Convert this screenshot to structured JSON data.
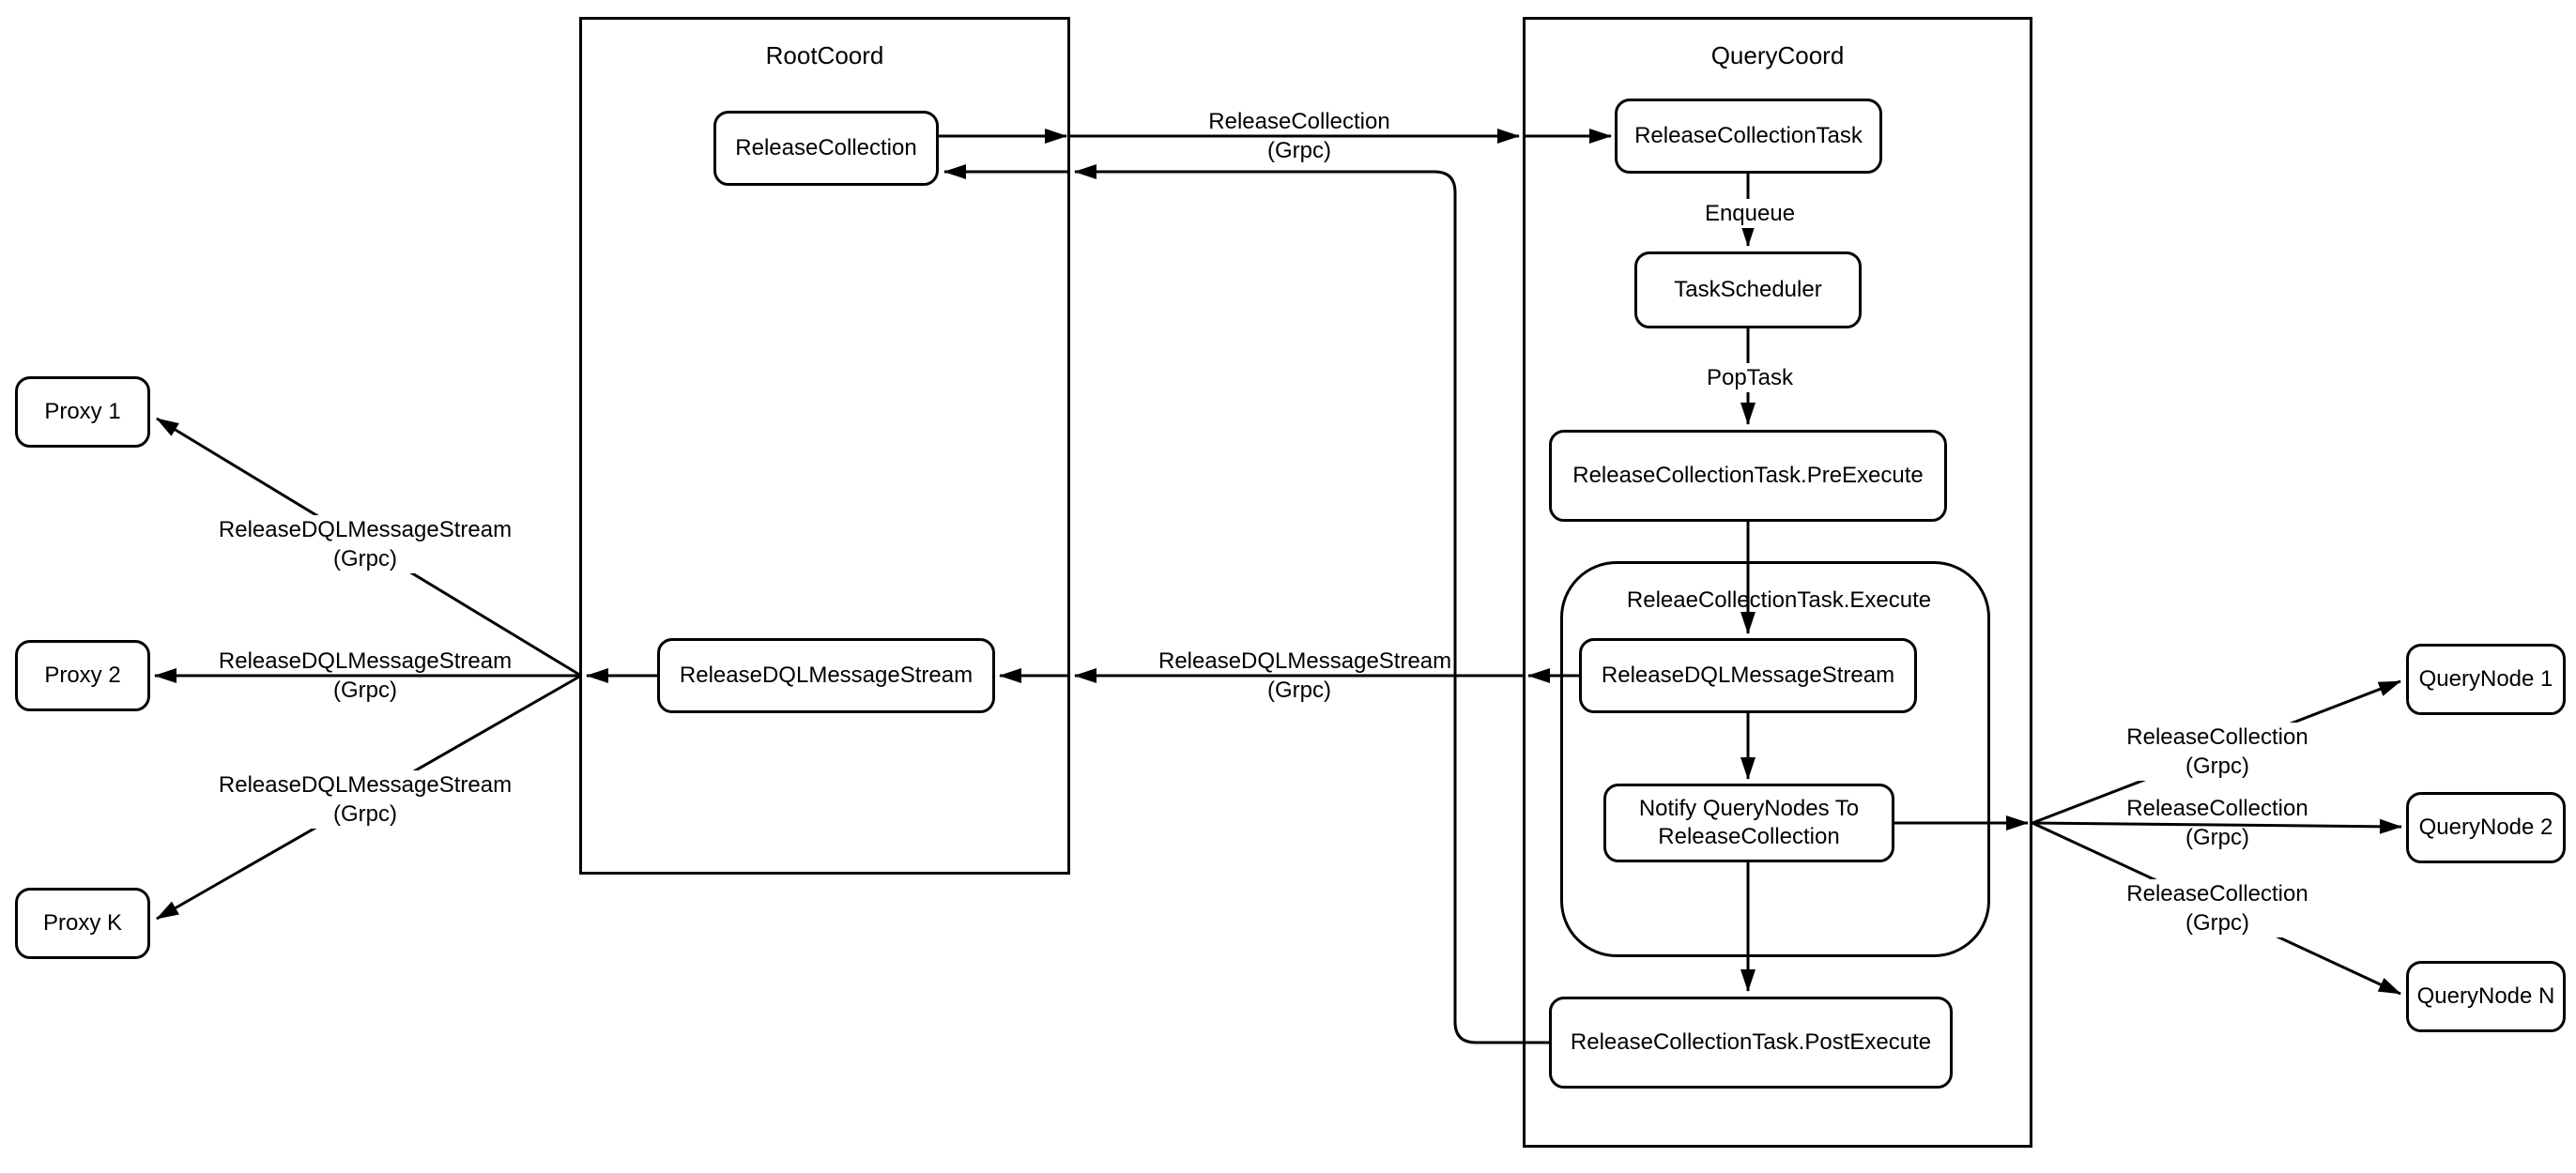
{
  "diagram": {
    "background": "#ffffff",
    "stroke_color": "#000000",
    "containers": {
      "rootcoord": {
        "title": "RootCoord"
      },
      "querycoord": {
        "title": "QueryCoord"
      },
      "execute_group": {
        "title": "ReleaeCollectionTask.Execute"
      }
    },
    "nodes": {
      "proxy1": {
        "label": "Proxy 1"
      },
      "proxy2": {
        "label": "Proxy 2"
      },
      "proxyk": {
        "label": "Proxy K"
      },
      "release_collection": {
        "label": "ReleaseCollection"
      },
      "root_rdqlms": {
        "label": "ReleaseDQLMessageStream"
      },
      "release_collection_task": {
        "label": "ReleaseCollectionTask"
      },
      "task_scheduler": {
        "label": "TaskScheduler"
      },
      "pre_execute": {
        "label": "ReleaseCollectionTask.PreExecute"
      },
      "inner_rdqlms": {
        "label": "ReleaseDQLMessageStream"
      },
      "notify_querynodes": {
        "label": "Notify QueryNodes To\nReleaseCollection"
      },
      "post_execute": {
        "label": "ReleaseCollectionTask.PostExecute"
      },
      "querynode1": {
        "label": "QueryNode 1"
      },
      "querynode2": {
        "label": "QueryNode 2"
      },
      "querynoden": {
        "label": "QueryNode N"
      }
    },
    "edge_labels": {
      "enqueue": "Enqueue",
      "pop_task": "PopTask",
      "release_collection_grpc": {
        "line1": "ReleaseCollection",
        "line2": "(Grpc)"
      },
      "rdqlms_grpc": {
        "line1": "ReleaseDQLMessageStream",
        "line2": "(Grpc)"
      }
    }
  }
}
